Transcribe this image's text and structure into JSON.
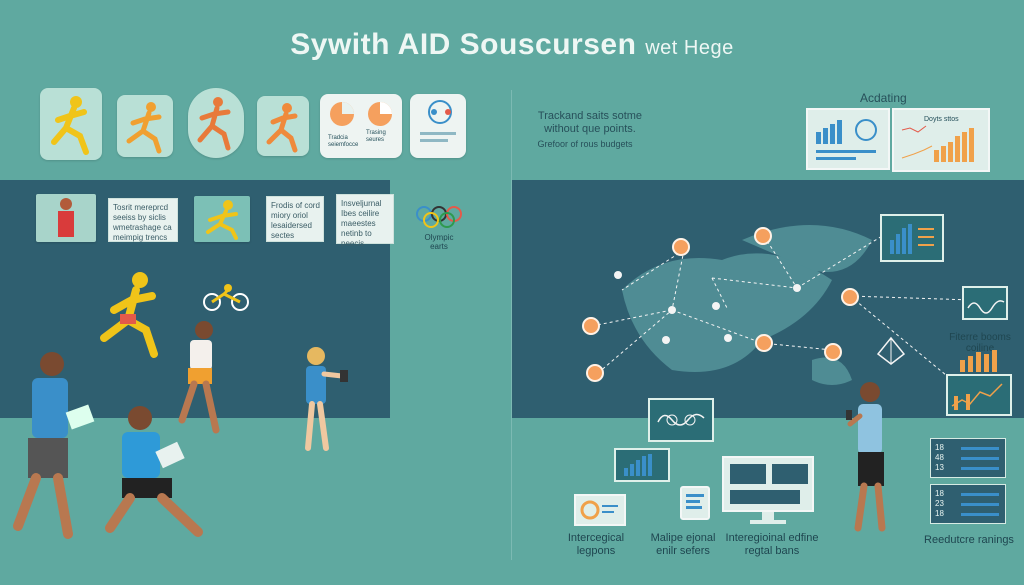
{
  "title": {
    "main": "Sywith AID Souscursen",
    "tail": "wet Hege"
  },
  "top_left_cards": {
    "info_card_1": "Tradcia\nseiemfocce",
    "info_card_2": "Trasing\nseures"
  },
  "top_right": {
    "headline": "Trackand saits sotme\nwithout que points.",
    "subline": "Grefoor of rous budgets",
    "dashboard_title": "Acdating",
    "dashboard_panel_title": "Doyts sttos"
  },
  "left_band": {
    "panel_1": "Tosrit mereprcd\nseeiss by siclis\nwmetrashage ca\nmeimpig trencs",
    "panel_2": "Frodis of cord\nmiory oriol\nlesaidersed\nsectes",
    "panel_3": "Insveljurnal\nIbes ceilire\nmaeestes\nnetinb to\npeecis",
    "olympic": "Olympic\nearts"
  },
  "right_side": {
    "filters_label": "Fiterre booms\ncoiline",
    "bottom_captions": [
      "Intercegical\nlegpons",
      "Malipe ejonal\nenilr sefers",
      "Interegioinal edfine\nregtal bans",
      "Reedutcre ranings"
    ],
    "stats": {
      "box_1": [
        "18",
        "48",
        "13"
      ],
      "box_2": [
        "18",
        "23",
        "18"
      ]
    }
  },
  "colors": {
    "background": "#5fa9a0",
    "band": "#2f5f70",
    "accent_orange": "#f5a05e",
    "bar_blue": "#3a8fc9",
    "bar_orange": "#f0a14a"
  }
}
